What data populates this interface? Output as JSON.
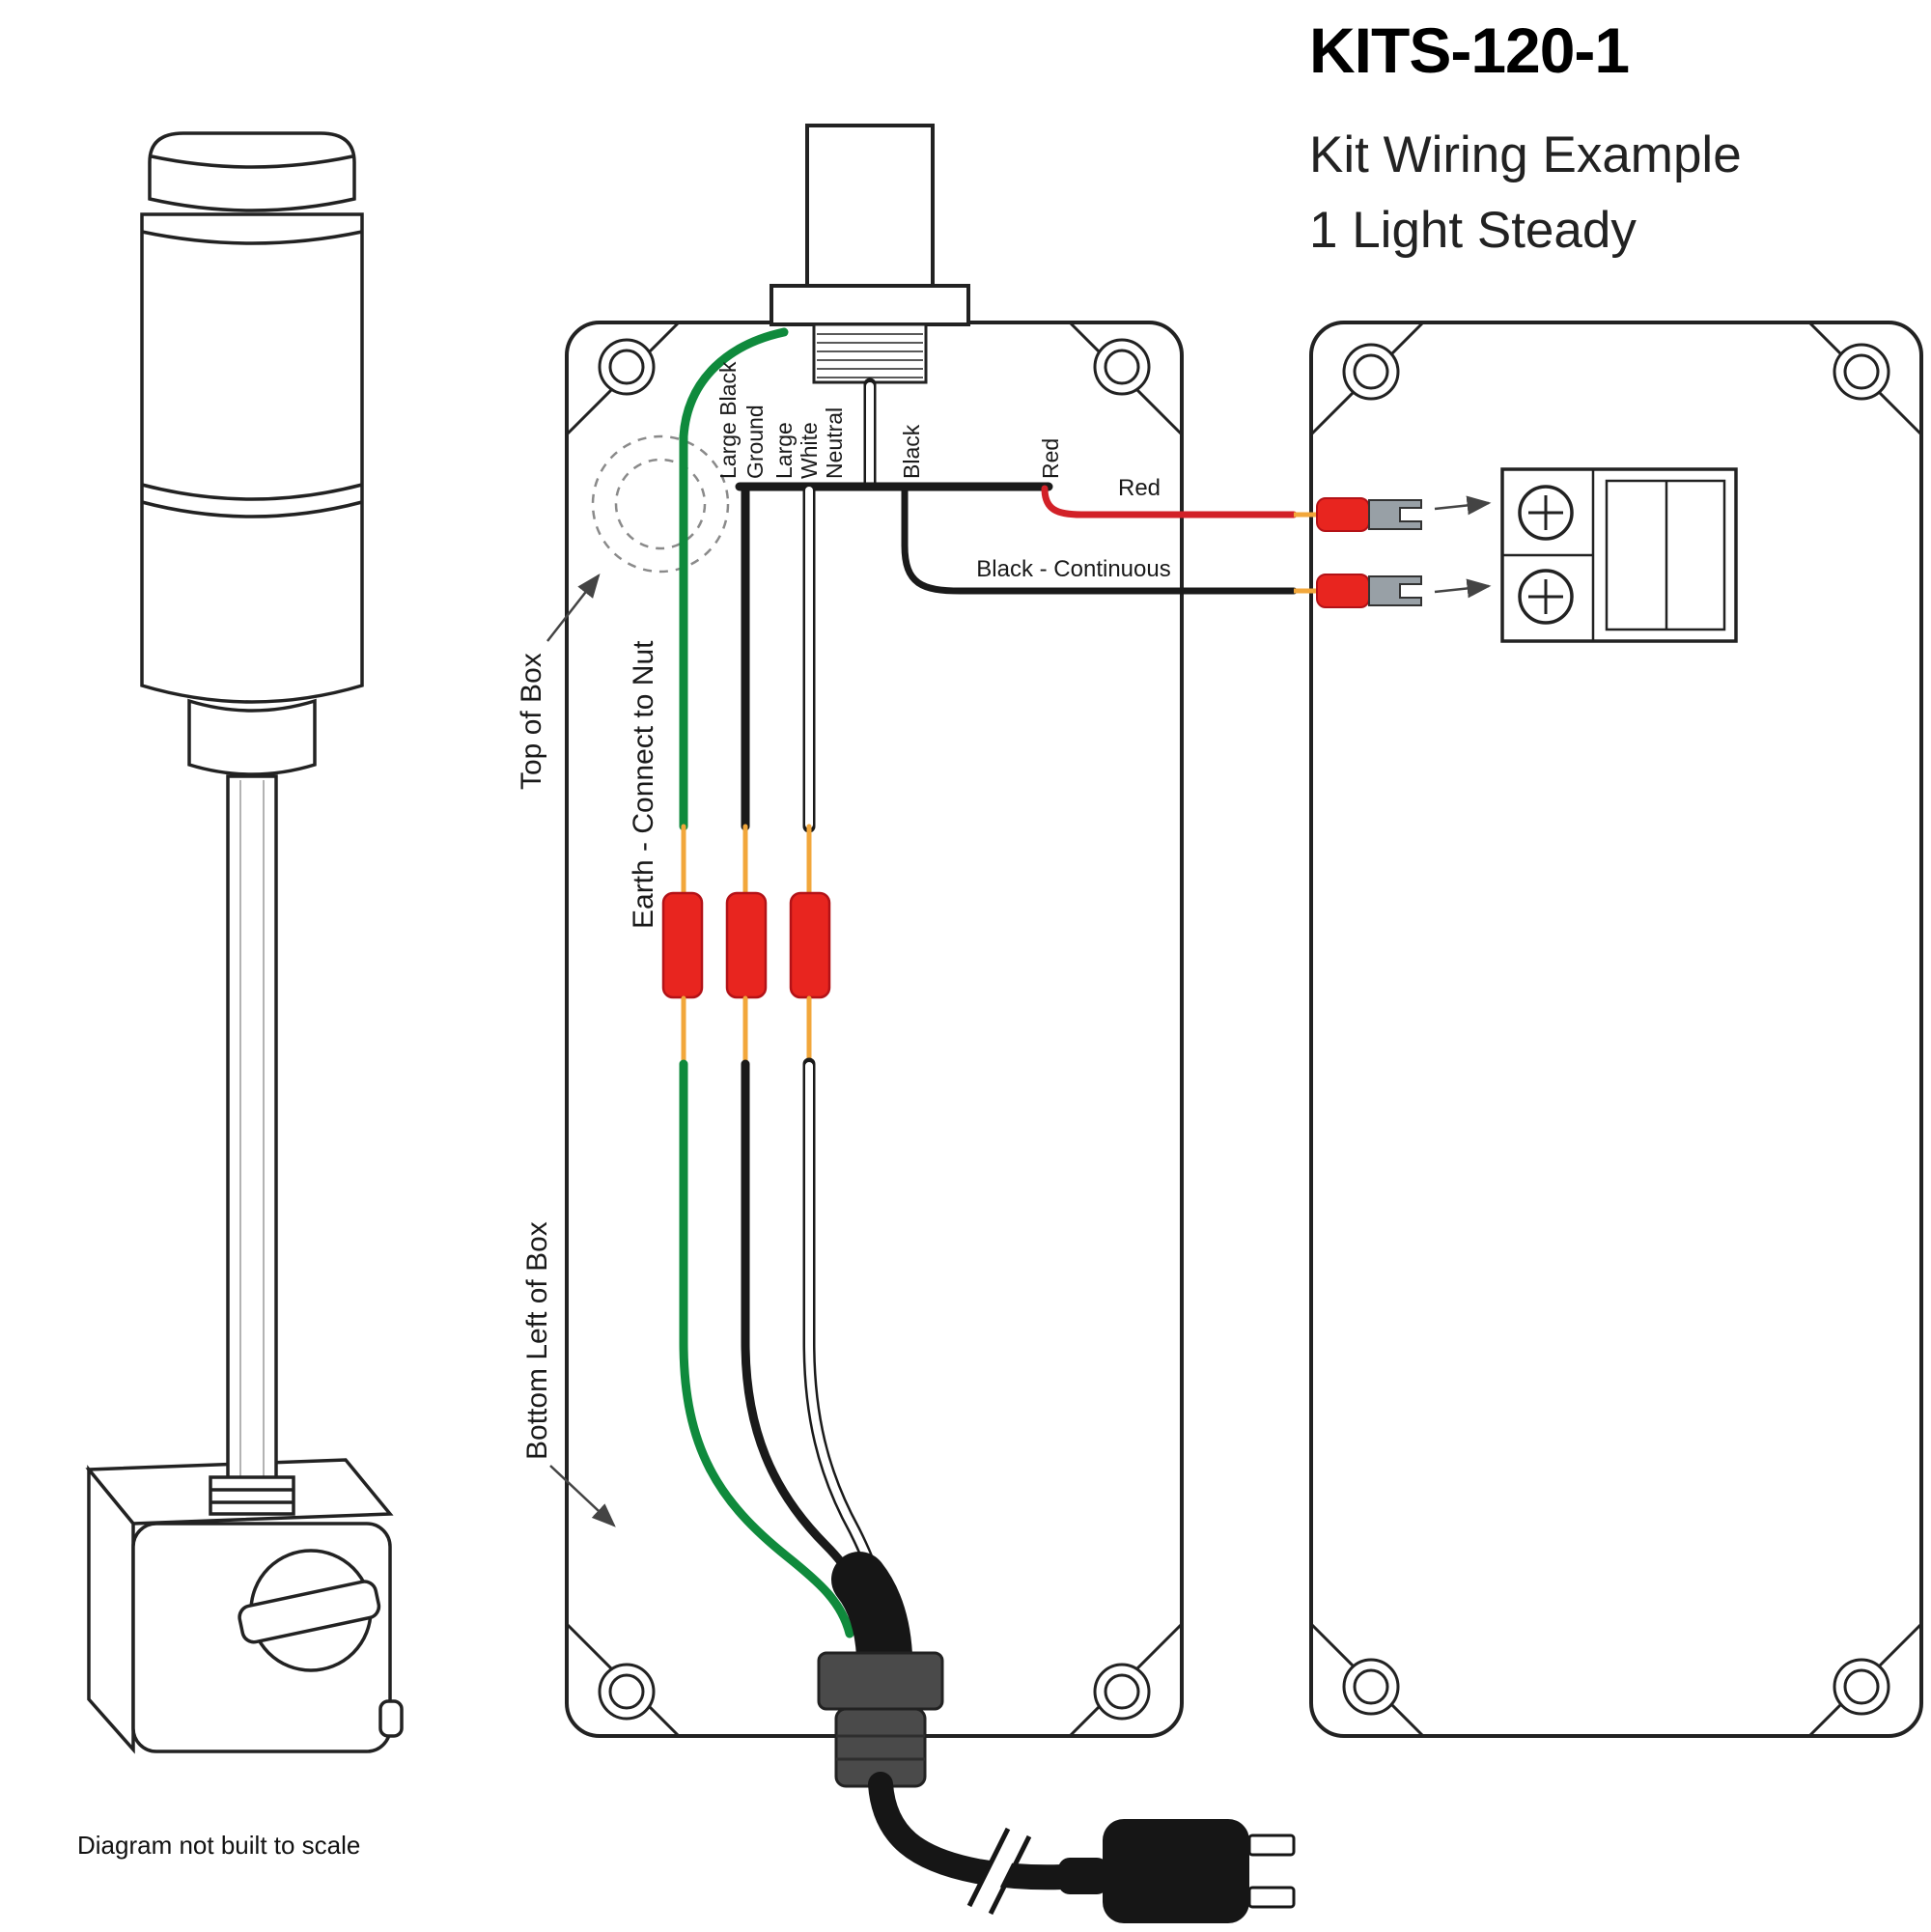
{
  "header": {
    "title": "KITS-120-1",
    "subtitle1": "Kit Wiring Example",
    "subtitle2": "1 Light Steady"
  },
  "footnote": "Diagram not built to scale",
  "annotations": {
    "top_of_box": "Top of Box",
    "earth_connect_to_nut": "Earth - Connect to Nut",
    "bottom_left_of_box": "Bottom Left of Box"
  },
  "wire_labels": {
    "ground_line1": "Large Black",
    "ground_line2": "Ground",
    "neutral_line1": "Large",
    "neutral_line2": "White",
    "neutral_line3": "Neutral",
    "black": "Black",
    "red": "Red"
  },
  "output_labels": {
    "red": "Red",
    "black_continuous": "Black - Continuous"
  },
  "colors": {
    "earth_green": "#0f8a3c",
    "wire_red": "#d22128",
    "splice_red": "#e8251f",
    "stub_orange": "#f2a73b",
    "wire_black": "#1a1a1a",
    "gland_gray": "#4a4a4a",
    "fork_metal": "#98a0a6",
    "outline": "#222222"
  }
}
